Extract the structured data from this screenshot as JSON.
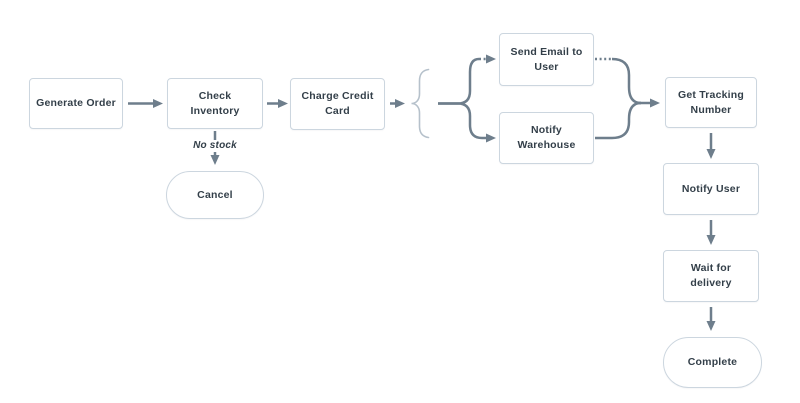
{
  "diagram": {
    "type": "flowchart",
    "background": "#ffffff",
    "colors": {
      "node_border": "#ccd6df",
      "node_fill": "#ffffff",
      "node_text": "#333f49",
      "arrow": "#6e7e8c",
      "brace": "#b6c1cb"
    },
    "nodes": {
      "generate_order": {
        "label": "Generate Order",
        "shape": "process"
      },
      "check_inventory": {
        "label": "Check Inventory",
        "shape": "process"
      },
      "charge_credit_card": {
        "label": "Charge Credit\nCard",
        "shape": "process"
      },
      "send_email_to_user": {
        "label": "Send Email to\nUser",
        "shape": "process"
      },
      "notify_warehouse": {
        "label": "Notify\nWarehouse",
        "shape": "process"
      },
      "get_tracking_number": {
        "label": "Get Tracking\nNumber",
        "shape": "process"
      },
      "notify_user": {
        "label": "Notify User",
        "shape": "process"
      },
      "wait_for_delivery": {
        "label": "Wait for delivery",
        "shape": "process"
      },
      "cancel": {
        "label": "Cancel",
        "shape": "terminal"
      },
      "complete": {
        "label": "Complete",
        "shape": "terminal"
      }
    },
    "edge_labels": {
      "no_stock": "No stock"
    },
    "edges": [
      {
        "from": "generate_order",
        "to": "check_inventory",
        "style": "solid"
      },
      {
        "from": "check_inventory",
        "to": "charge_credit_card",
        "style": "solid"
      },
      {
        "from": "check_inventory",
        "to": "cancel",
        "label": "No stock",
        "style": "solid"
      },
      {
        "from": "charge_credit_card",
        "to": "send_email_to_user",
        "style": "fork-dotted-end"
      },
      {
        "from": "charge_credit_card",
        "to": "notify_warehouse",
        "style": "fork-solid"
      },
      {
        "from": "send_email_to_user",
        "to": "get_tracking_number",
        "style": "merge-dotted-start"
      },
      {
        "from": "notify_warehouse",
        "to": "get_tracking_number",
        "style": "merge-solid"
      },
      {
        "from": "get_tracking_number",
        "to": "notify_user",
        "style": "solid"
      },
      {
        "from": "notify_user",
        "to": "wait_for_delivery",
        "style": "solid"
      },
      {
        "from": "wait_for_delivery",
        "to": "complete",
        "style": "solid"
      }
    ]
  }
}
